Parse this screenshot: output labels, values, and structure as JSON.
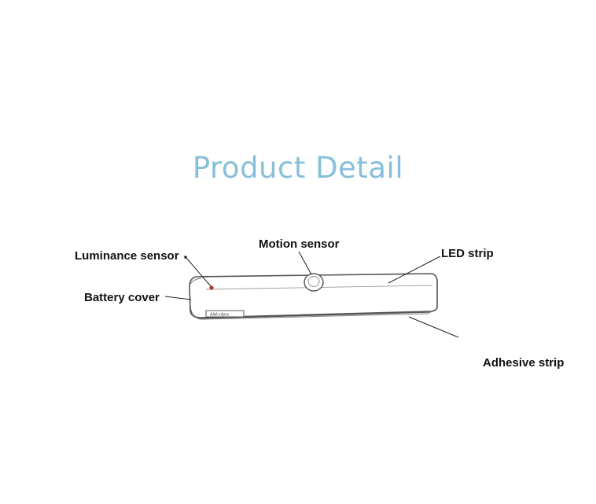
{
  "title": "Product Detail",
  "labels": {
    "luminance_sensor": "Luminance sensor",
    "motion_sensor": "Motion sensor",
    "led_strip": "LED strip",
    "battery_cover": "Battery cover",
    "adhesive_strip": "Adhesive strip"
  },
  "colors": {
    "title": "#86bfda",
    "outline": "#555555",
    "sensor_dot": "#b03030"
  }
}
